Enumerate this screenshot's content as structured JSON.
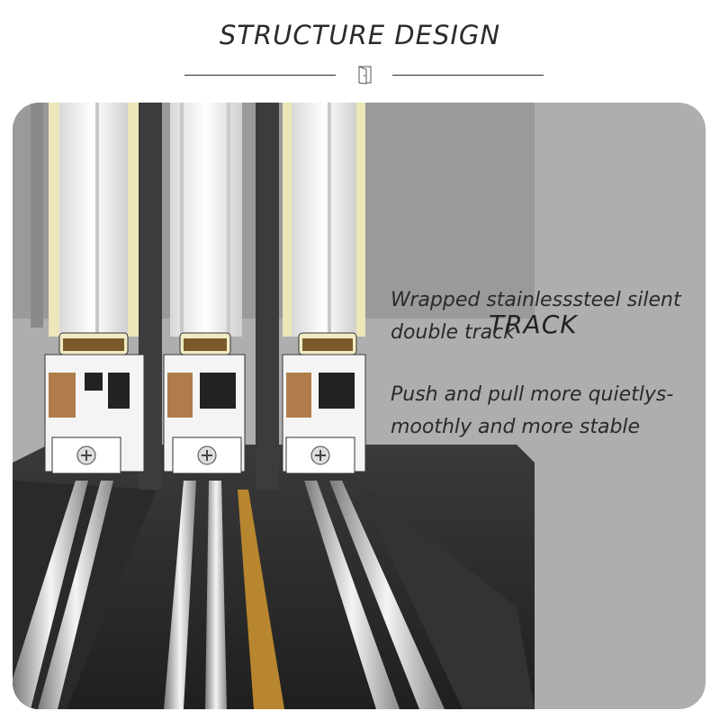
{
  "header": {
    "title": "STRUCTURE DESIGN",
    "icon": "door-icon"
  },
  "feature": {
    "title": "TRACK",
    "description_1_line_1": "Wrapped stainlesssteel silent",
    "description_1_line_2": "double track",
    "description_2_line_1": "Push and pull more quietlys-",
    "description_2_line_2": "moothly and more stable"
  },
  "colors": {
    "panel_background": "#aeaeae",
    "frame_dark": "#2e2e2e",
    "rail_silver": "#c8c8c8",
    "accent_gold": "#b8862f",
    "seal_cream": "#f2ecc4"
  }
}
